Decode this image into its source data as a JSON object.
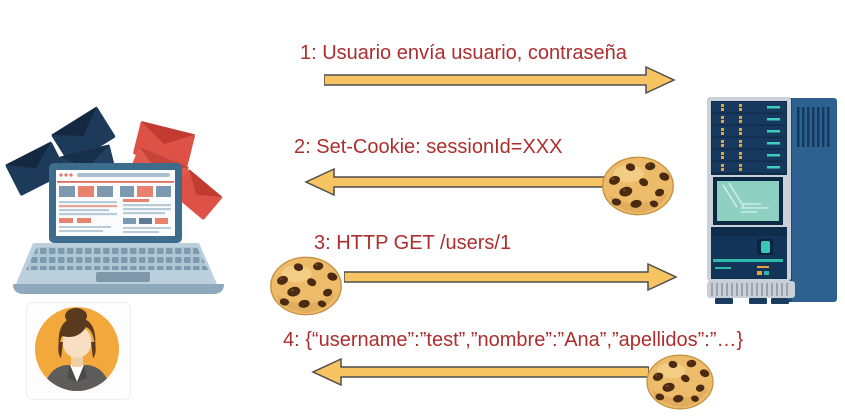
{
  "diagram": {
    "type": "sequence-flow",
    "topic": "cookie-session-authentication",
    "language": "es"
  },
  "colors": {
    "background": "#FFFFFF",
    "message_text": "#AD2E2E",
    "arrow_fill": "#F7C463",
    "arrow_stroke": "#4D4D4D",
    "laptop_bezel": "#3E6C8D",
    "server_body": "#2E6190",
    "avatar_circle": "#F3A83B"
  },
  "actors": {
    "client": {
      "icon": "laptop-with-emails-icon"
    },
    "user": {
      "icon": "woman-avatar-icon"
    },
    "server": {
      "icon": "server-tower-icon"
    }
  },
  "messages": [
    {
      "id": "1",
      "label": "1: Usuario envía usuario, contraseña",
      "direction": "right",
      "cookie": "none"
    },
    {
      "id": "2",
      "label": "2: Set-Cookie: sessionId=XXX",
      "direction": "left",
      "cookie": "at-right-tail"
    },
    {
      "id": "3",
      "label": "3: HTTP GET /users/1",
      "direction": "right",
      "cookie": "at-left-tail"
    },
    {
      "id": "4",
      "label": "4: {“username”:”test”,”nombre”:”Ana”,”apellidos”:”…}",
      "direction": "left",
      "cookie": "at-right-tail"
    }
  ]
}
